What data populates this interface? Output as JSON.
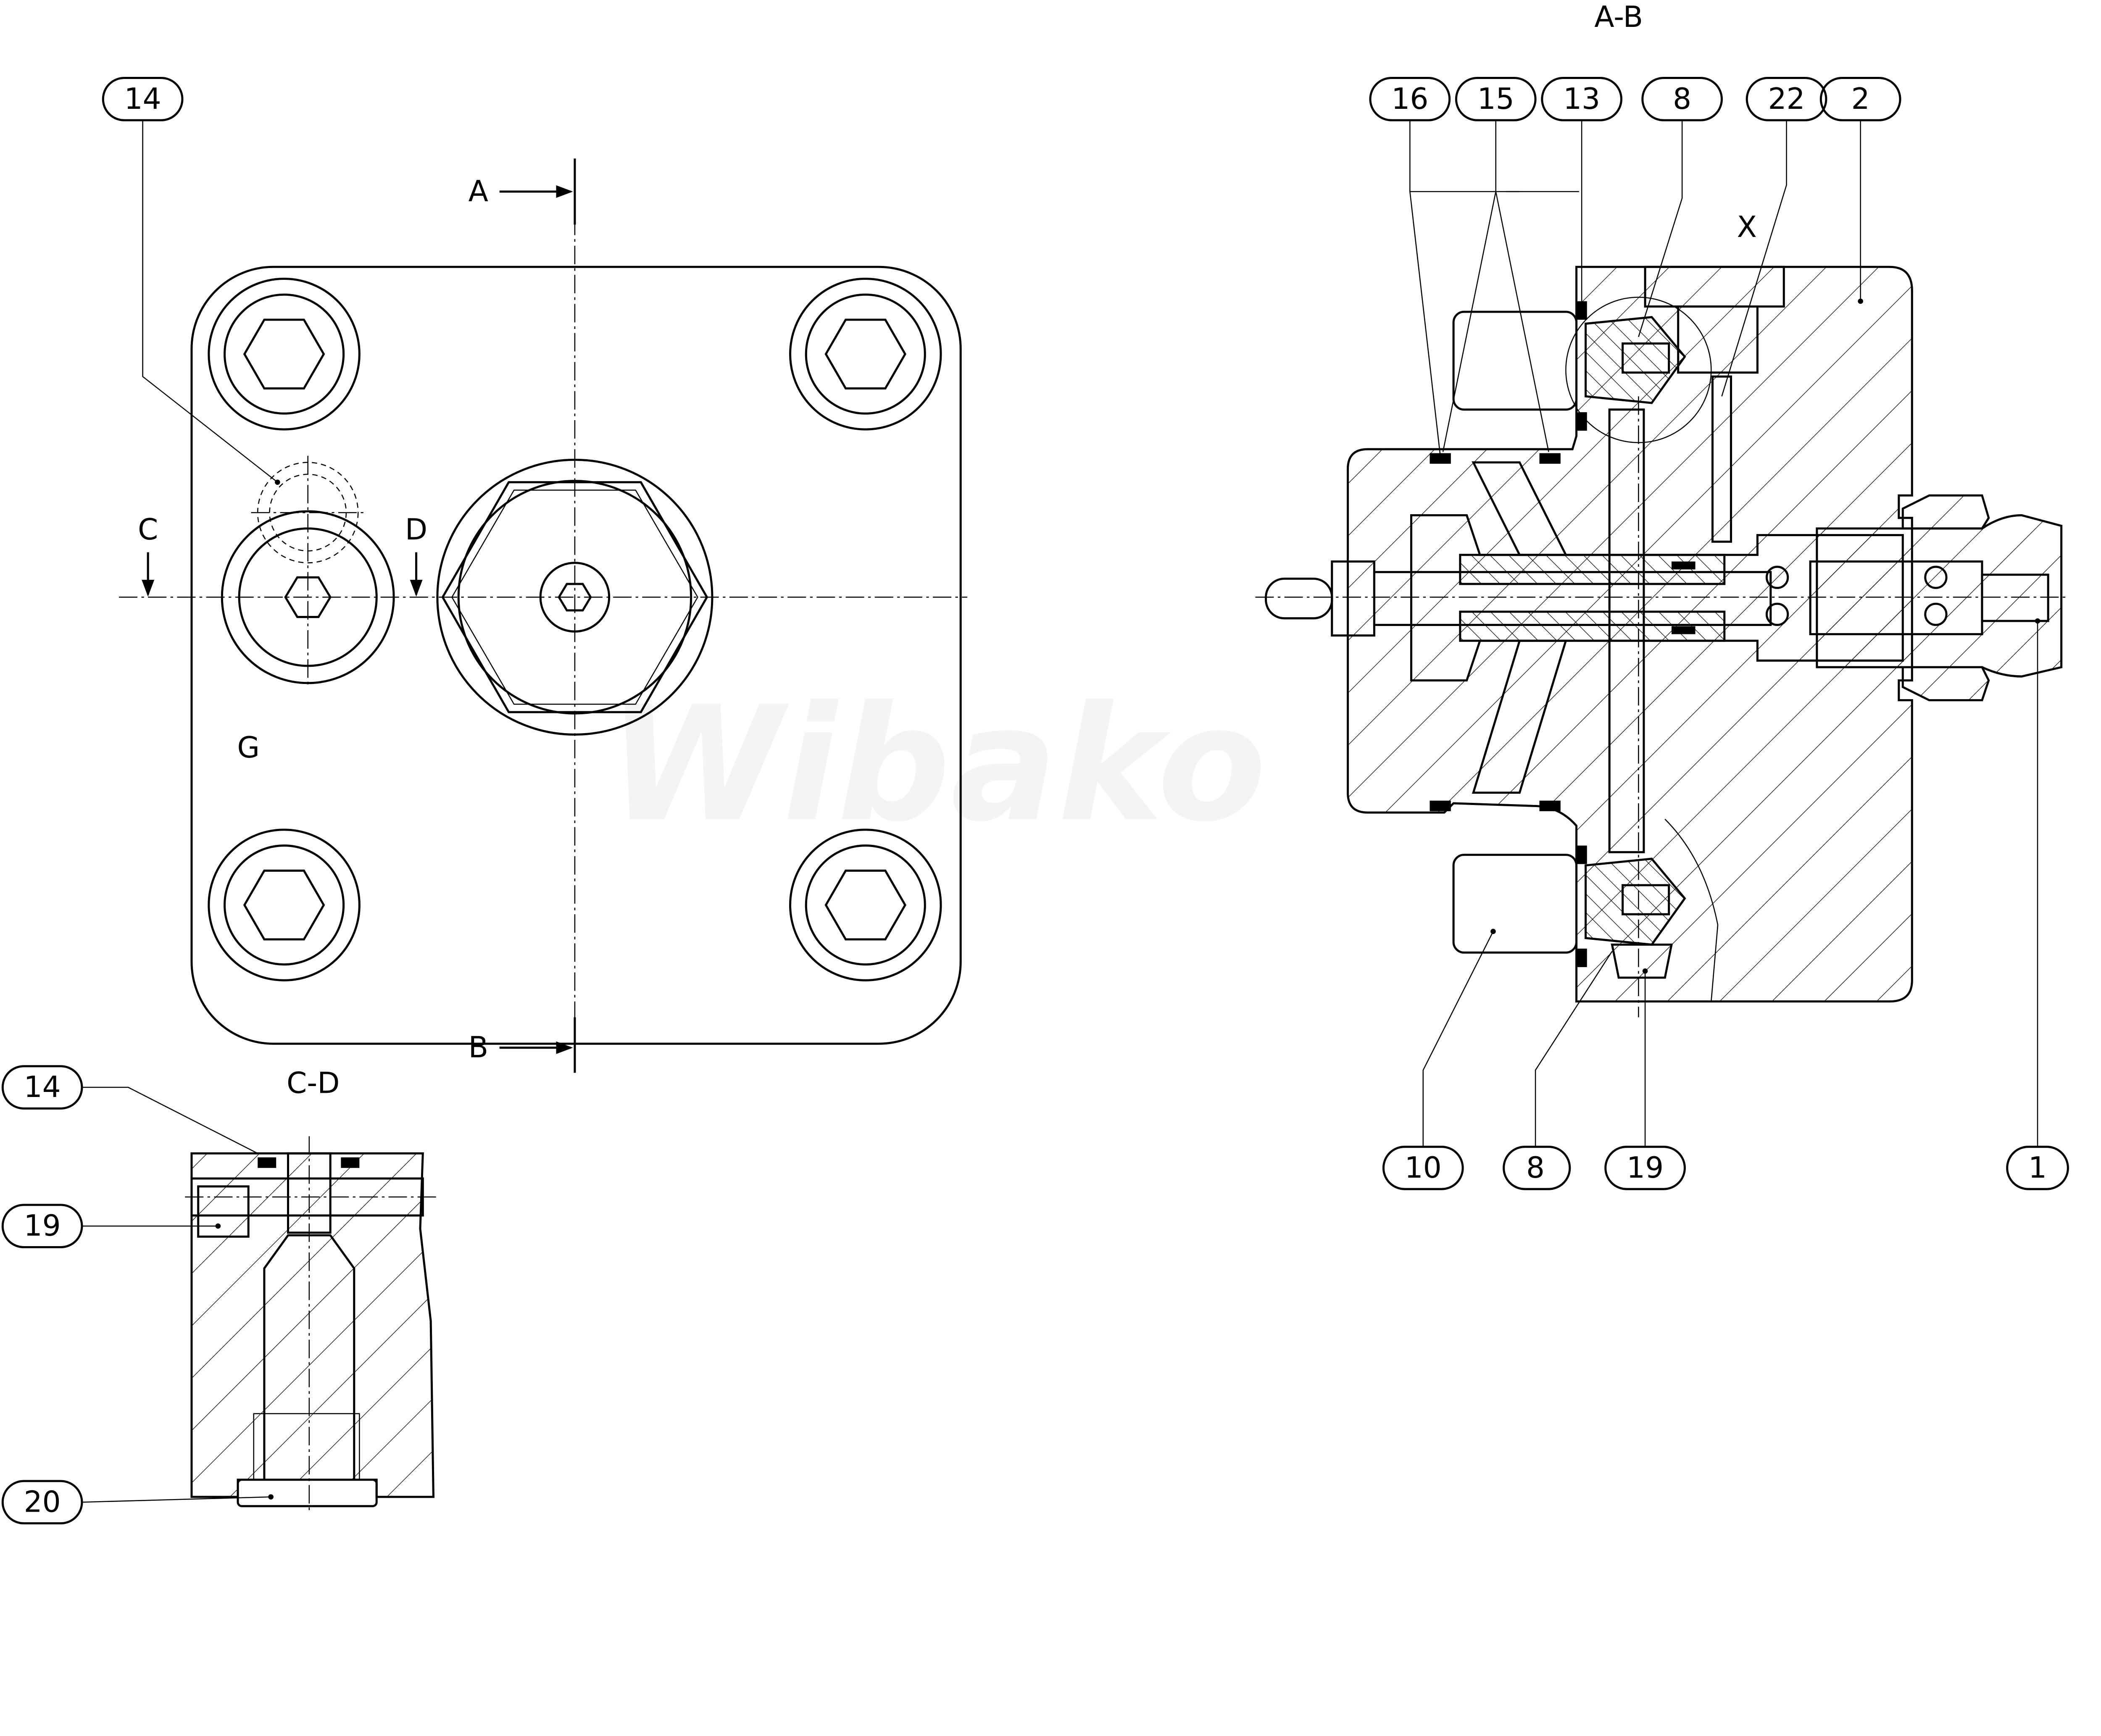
{
  "watermark": "Wibako",
  "front_view": {
    "section_marks": {
      "A": "A",
      "B": "B",
      "C": "C",
      "D": "D"
    },
    "port_label": "G",
    "balloons": {
      "b14": "14"
    }
  },
  "section_cd": {
    "title": "C-D",
    "balloons": {
      "b14": "14",
      "b19": "19",
      "b20": "20"
    }
  },
  "section_ab": {
    "title": "A-B",
    "port_label": "X",
    "balloons": {
      "b16": "16",
      "b15": "15",
      "b13": "13",
      "b8_top": "8",
      "b22": "22",
      "b2": "2",
      "b10": "10",
      "b8_bottom": "8",
      "b19": "19",
      "b1": "1"
    }
  }
}
